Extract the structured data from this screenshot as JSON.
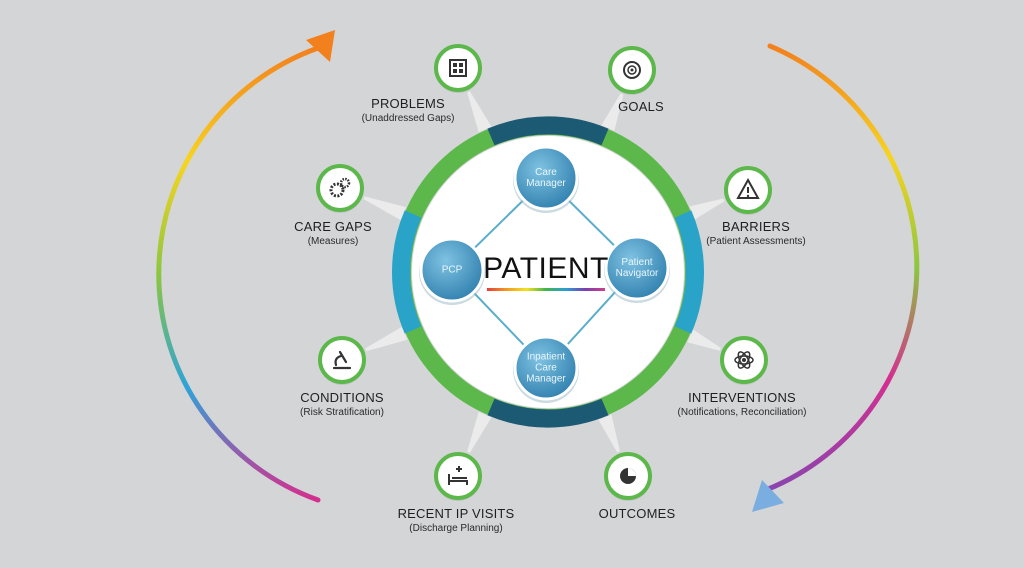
{
  "center": {
    "label": "PATIENT"
  },
  "roles": [
    {
      "id": "care-manager",
      "label": "Care\nManager"
    },
    {
      "id": "patient-navigator",
      "label": "Patient\nNavigator"
    },
    {
      "id": "inpatient-care-manager",
      "label": "Inpatient\nCare\nManager"
    },
    {
      "id": "pcp",
      "label": "PCP"
    }
  ],
  "nodes": [
    {
      "id": "problems",
      "title": "PROBLEMS",
      "subtitle": "(Unaddressed Gaps)",
      "icon": "checklist-icon"
    },
    {
      "id": "goals",
      "title": "GOALS",
      "subtitle": "",
      "icon": "target-icon"
    },
    {
      "id": "care-gaps",
      "title": "CARE GAPS",
      "subtitle": "(Measures)",
      "icon": "gears-icon"
    },
    {
      "id": "barriers",
      "title": "BARRIERS",
      "subtitle": "(Patient Assessments)",
      "icon": "warning-icon"
    },
    {
      "id": "conditions",
      "title": "CONDITIONS",
      "subtitle": "(Risk Stratification)",
      "icon": "microscope-icon"
    },
    {
      "id": "interventions",
      "title": "INTERVENTIONS",
      "subtitle": "(Notifications, Reconciliation)",
      "icon": "atom-icon"
    },
    {
      "id": "recent-ip-visits",
      "title": "RECENT IP VISITS",
      "subtitle": "(Discharge Planning)",
      "icon": "hospital-bed-icon"
    },
    {
      "id": "outcomes",
      "title": "OUTCOMES",
      "subtitle": "",
      "icon": "pie-icon"
    }
  ],
  "colors": {
    "background": "#d4d5d7",
    "ring_green": "#5cb84a",
    "ring_dark": "#1c5a73",
    "ring_blue": "#2aa3c9",
    "role_fill": "#4d9fc6",
    "icon_ring": "#5cb84a"
  }
}
